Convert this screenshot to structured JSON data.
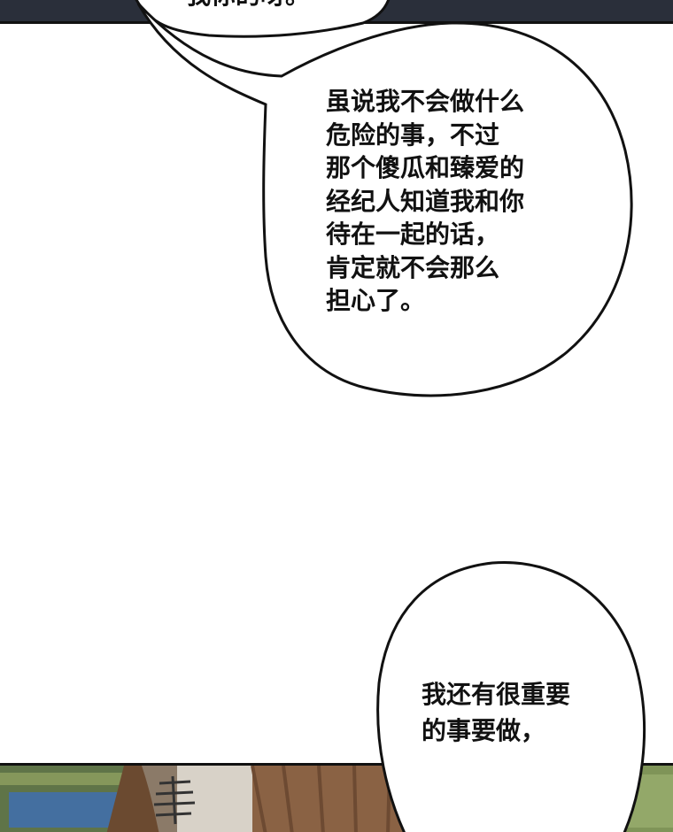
{
  "bubbles": {
    "top": {
      "lines": [
        "我你的呀。"
      ]
    },
    "middle": {
      "lines": [
        "虽说我不会做什么",
        "危险的事，不过",
        "那个傻瓜和臻爱的",
        "经纪人知道我和你",
        "待在一起的话，",
        "肯定就不会那么",
        "担心了。"
      ]
    },
    "bottom": {
      "lines": [
        "我还有很重要",
        "的事要做，"
      ]
    }
  },
  "colors": {
    "top_panel": "#2a2f3a",
    "ink": "#111111",
    "bubble_fill": "#ffffff"
  }
}
